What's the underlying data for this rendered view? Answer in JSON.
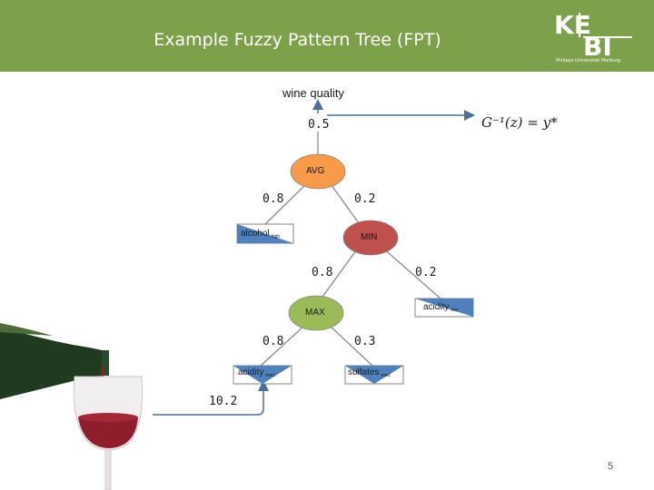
{
  "header": {
    "title": "Example Fuzzy Pattern Tree (FPT)",
    "logo_top": "KE",
    "logo_bottom": "BI",
    "logo_subtitle": "Philipps-Universität Marburg"
  },
  "diagram": {
    "output_label": "wine quality",
    "root_value": "0.5",
    "formula": "G⁻¹(z) = y*",
    "nodes": {
      "avg": "AVG",
      "min": "MIN",
      "max": "MAX"
    },
    "leaves": {
      "alcohol": {
        "name": "alcohol",
        "sub": "high"
      },
      "acidity_low": {
        "name": "acidity",
        "sub": "low"
      },
      "acidity_med": {
        "name": "acidity",
        "sub": "med"
      },
      "sulfates": {
        "name": "sulfates",
        "sub": "med"
      }
    },
    "edge_values": {
      "avg_left": "0.8",
      "avg_right": "0.2",
      "min_left": "0.8",
      "min_right": "0.2",
      "max_left": "0.8",
      "max_right": "0.3"
    },
    "input_value": "10.2"
  },
  "colors": {
    "header": "#7da04a",
    "avg_node": "#f79a4a",
    "min_node": "#c0504d",
    "max_node": "#9bbb59",
    "leaf_fill": "#4f81bd",
    "arrow": "#4a6f9c"
  },
  "page_number": "5"
}
